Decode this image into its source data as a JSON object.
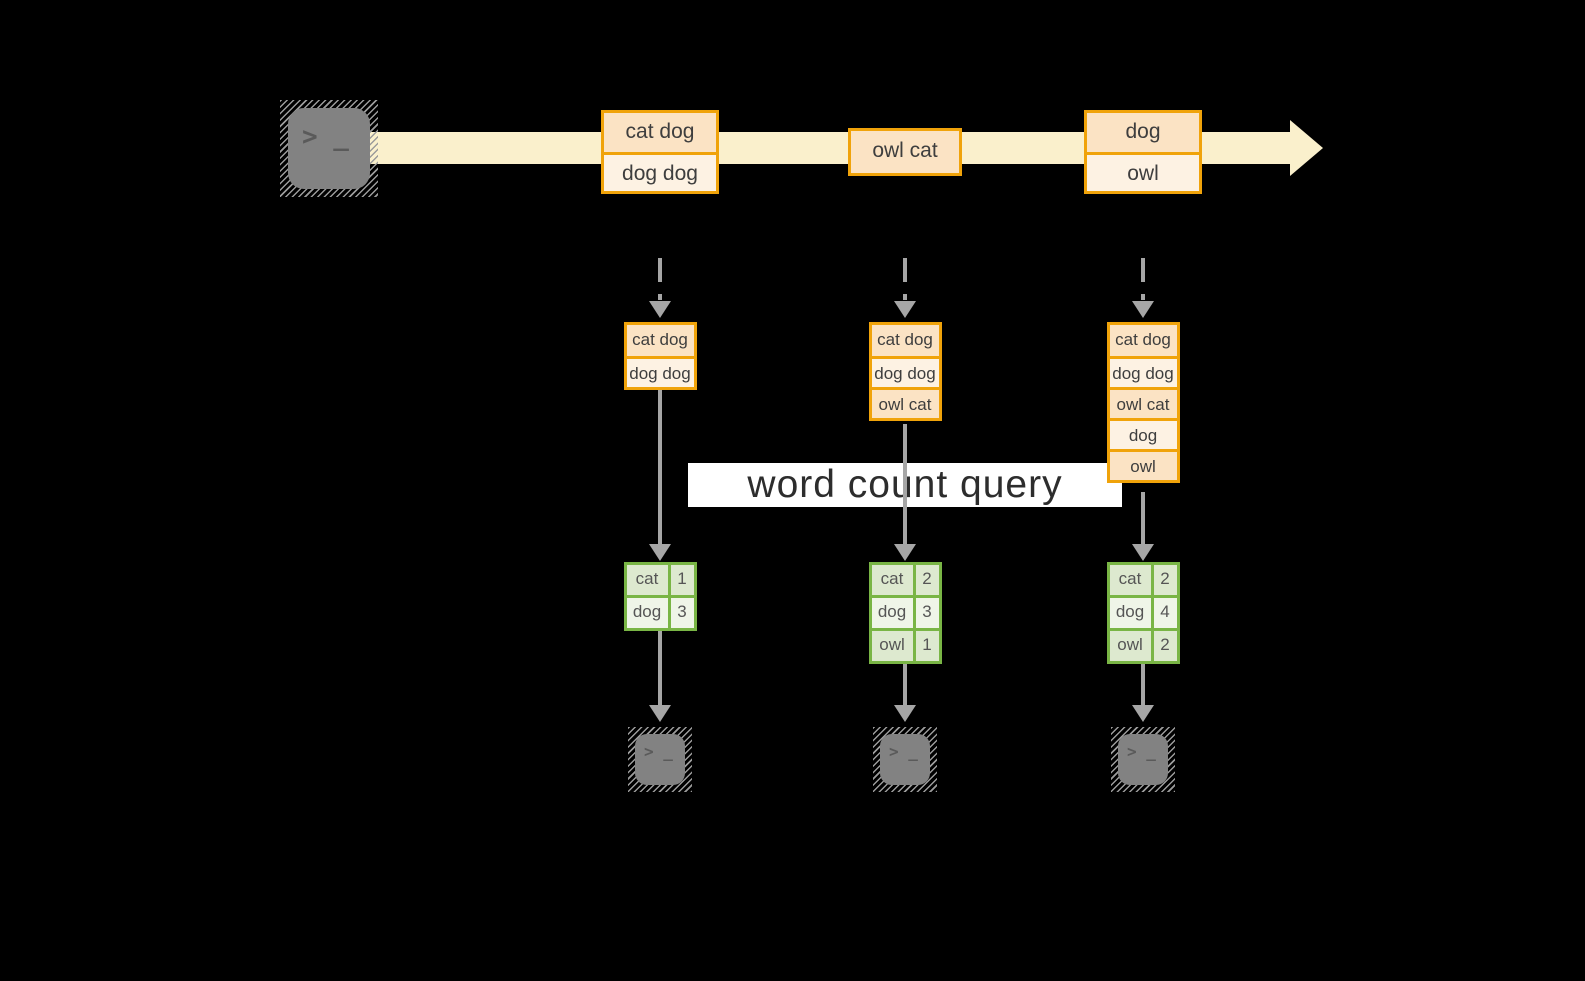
{
  "query_label": "word count query",
  "colors": {
    "background": "#000000",
    "stream_band": "#faf0cc",
    "orange_border": "#f0a30a",
    "peach_fill": "#fbe3c4",
    "cream_fill": "#fdf2e3",
    "green_border": "#79b545",
    "green_fill_dark": "#dde9cf",
    "green_fill_light": "#eff5e8",
    "arrow_gray": "#a6a6a6",
    "terminal_gray": "#828282",
    "query_band": "#ffffff",
    "text_dark": "#3e3e3e"
  },
  "stream": {
    "source_icon": "terminal-icon",
    "batches": [
      {
        "cells": [
          "cat dog",
          "dog dog"
        ]
      },
      {
        "cells": [
          "owl cat"
        ]
      },
      {
        "cells": [
          "dog",
          "owl"
        ]
      }
    ]
  },
  "columns": [
    {
      "buffer": [
        "cat dog",
        "dog dog"
      ],
      "counts": [
        {
          "word": "cat",
          "count": "1"
        },
        {
          "word": "dog",
          "count": "3"
        }
      ],
      "sink_icon": "terminal-icon"
    },
    {
      "buffer": [
        "cat dog",
        "dog dog",
        "owl cat"
      ],
      "counts": [
        {
          "word": "cat",
          "count": "2"
        },
        {
          "word": "dog",
          "count": "3"
        },
        {
          "word": "owl",
          "count": "1"
        }
      ],
      "sink_icon": "terminal-icon"
    },
    {
      "buffer": [
        "cat dog",
        "dog dog",
        "owl cat",
        "dog",
        "owl"
      ],
      "counts": [
        {
          "word": "cat",
          "count": "2"
        },
        {
          "word": "dog",
          "count": "4"
        },
        {
          "word": "owl",
          "count": "2"
        }
      ],
      "sink_icon": "terminal-icon"
    }
  ]
}
